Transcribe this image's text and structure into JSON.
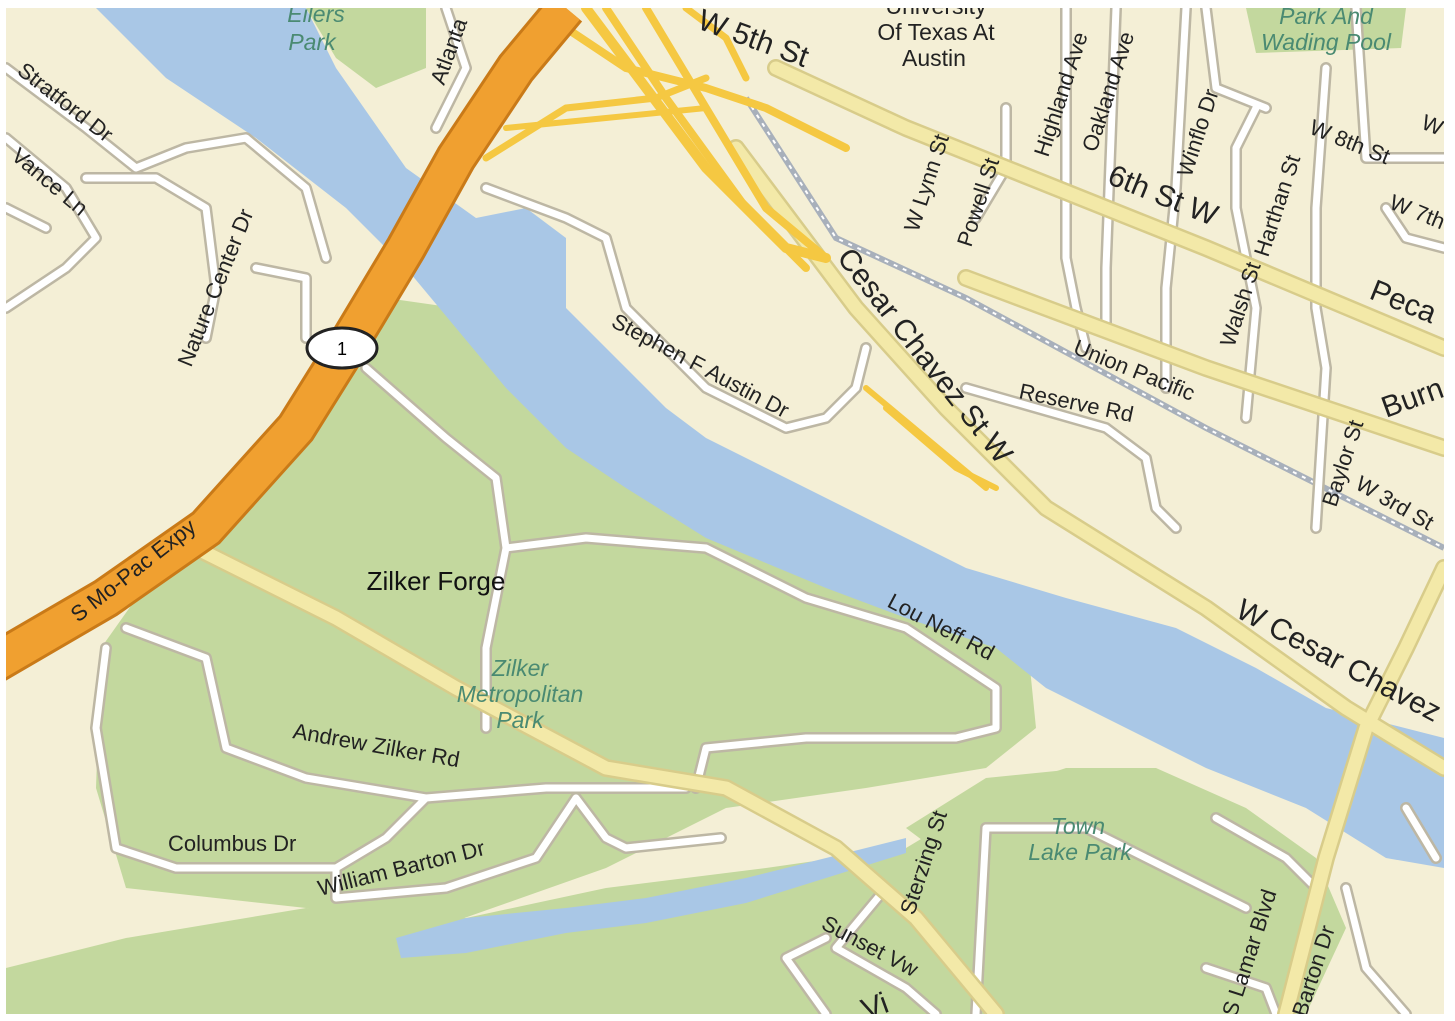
{
  "map": {
    "highway_shield": "1",
    "point_of_interest": "Zilker Forge",
    "parks": [
      {
        "name": "Eilers Park",
        "lines": [
          "Eilers",
          "Park"
        ]
      },
      {
        "name": "Zilker Metropolitan Park",
        "lines": [
          "Zilker",
          "Metropolitan",
          "Park"
        ]
      },
      {
        "name": "Town Lake Park",
        "lines": [
          "Town",
          "Lake Park"
        ]
      },
      {
        "name": "Park And Wading Pool",
        "lines": [
          "Park And",
          "Wading Pool"
        ]
      }
    ],
    "landmarks": [
      {
        "name": "University Of Texas At Austin",
        "lines": [
          "University",
          "Of Texas At",
          "Austin"
        ]
      }
    ],
    "streets": {
      "mopac": "S Mo-Pac Expy",
      "stratford": "Stratford Dr",
      "vance": "Vance Ln",
      "nature_center": "Nature Center Dr",
      "atlanta": "Atlanta",
      "w5th": "W 5th St",
      "stephen_f_austin": "Stephen F Austin Dr",
      "cesar_chavez_w": "Cesar Chavez St W",
      "w_cesar_chavez": "W Cesar Chavez",
      "w_lynn": "W Lynn St",
      "powell": "Powell St",
      "highland": "Highland Ave",
      "oakland": "Oakland Ave",
      "winflo": "Winflo Dr",
      "harthan": "Harthan St",
      "walsh": "Walsh St",
      "w8th": "W 8th St",
      "w7th": "W 7th",
      "w_top": "W",
      "sixth": "6th St W",
      "pecan": "Peca",
      "burn": "Burn",
      "union_pacific": "Union Pacific",
      "reserve": "Reserve Rd",
      "baylor": "Baylor St",
      "w3rd": "W 3rd St",
      "lou_neff": "Lou Neff Rd",
      "andrew_zilker": "Andrew Zilker Rd",
      "columbus": "Columbus Dr",
      "william_barton": "William Barton Dr",
      "sterzing": "Sterzing St",
      "sunset": "Sunset Vw",
      "lamar": "S Lamar Blvd",
      "barton_dr": "Barton Dr",
      "vi": "Vi"
    },
    "colors": {
      "land": "#f4efd6",
      "water": "#a9c7e6",
      "park": "#c3d89e",
      "highway": "#f0a030",
      "major_road": "#f5c842",
      "arterial": "#f3e9a8",
      "street": "#ffffff",
      "street_casing": "#bdb7a4",
      "railroad": "#a8b0bb"
    }
  }
}
